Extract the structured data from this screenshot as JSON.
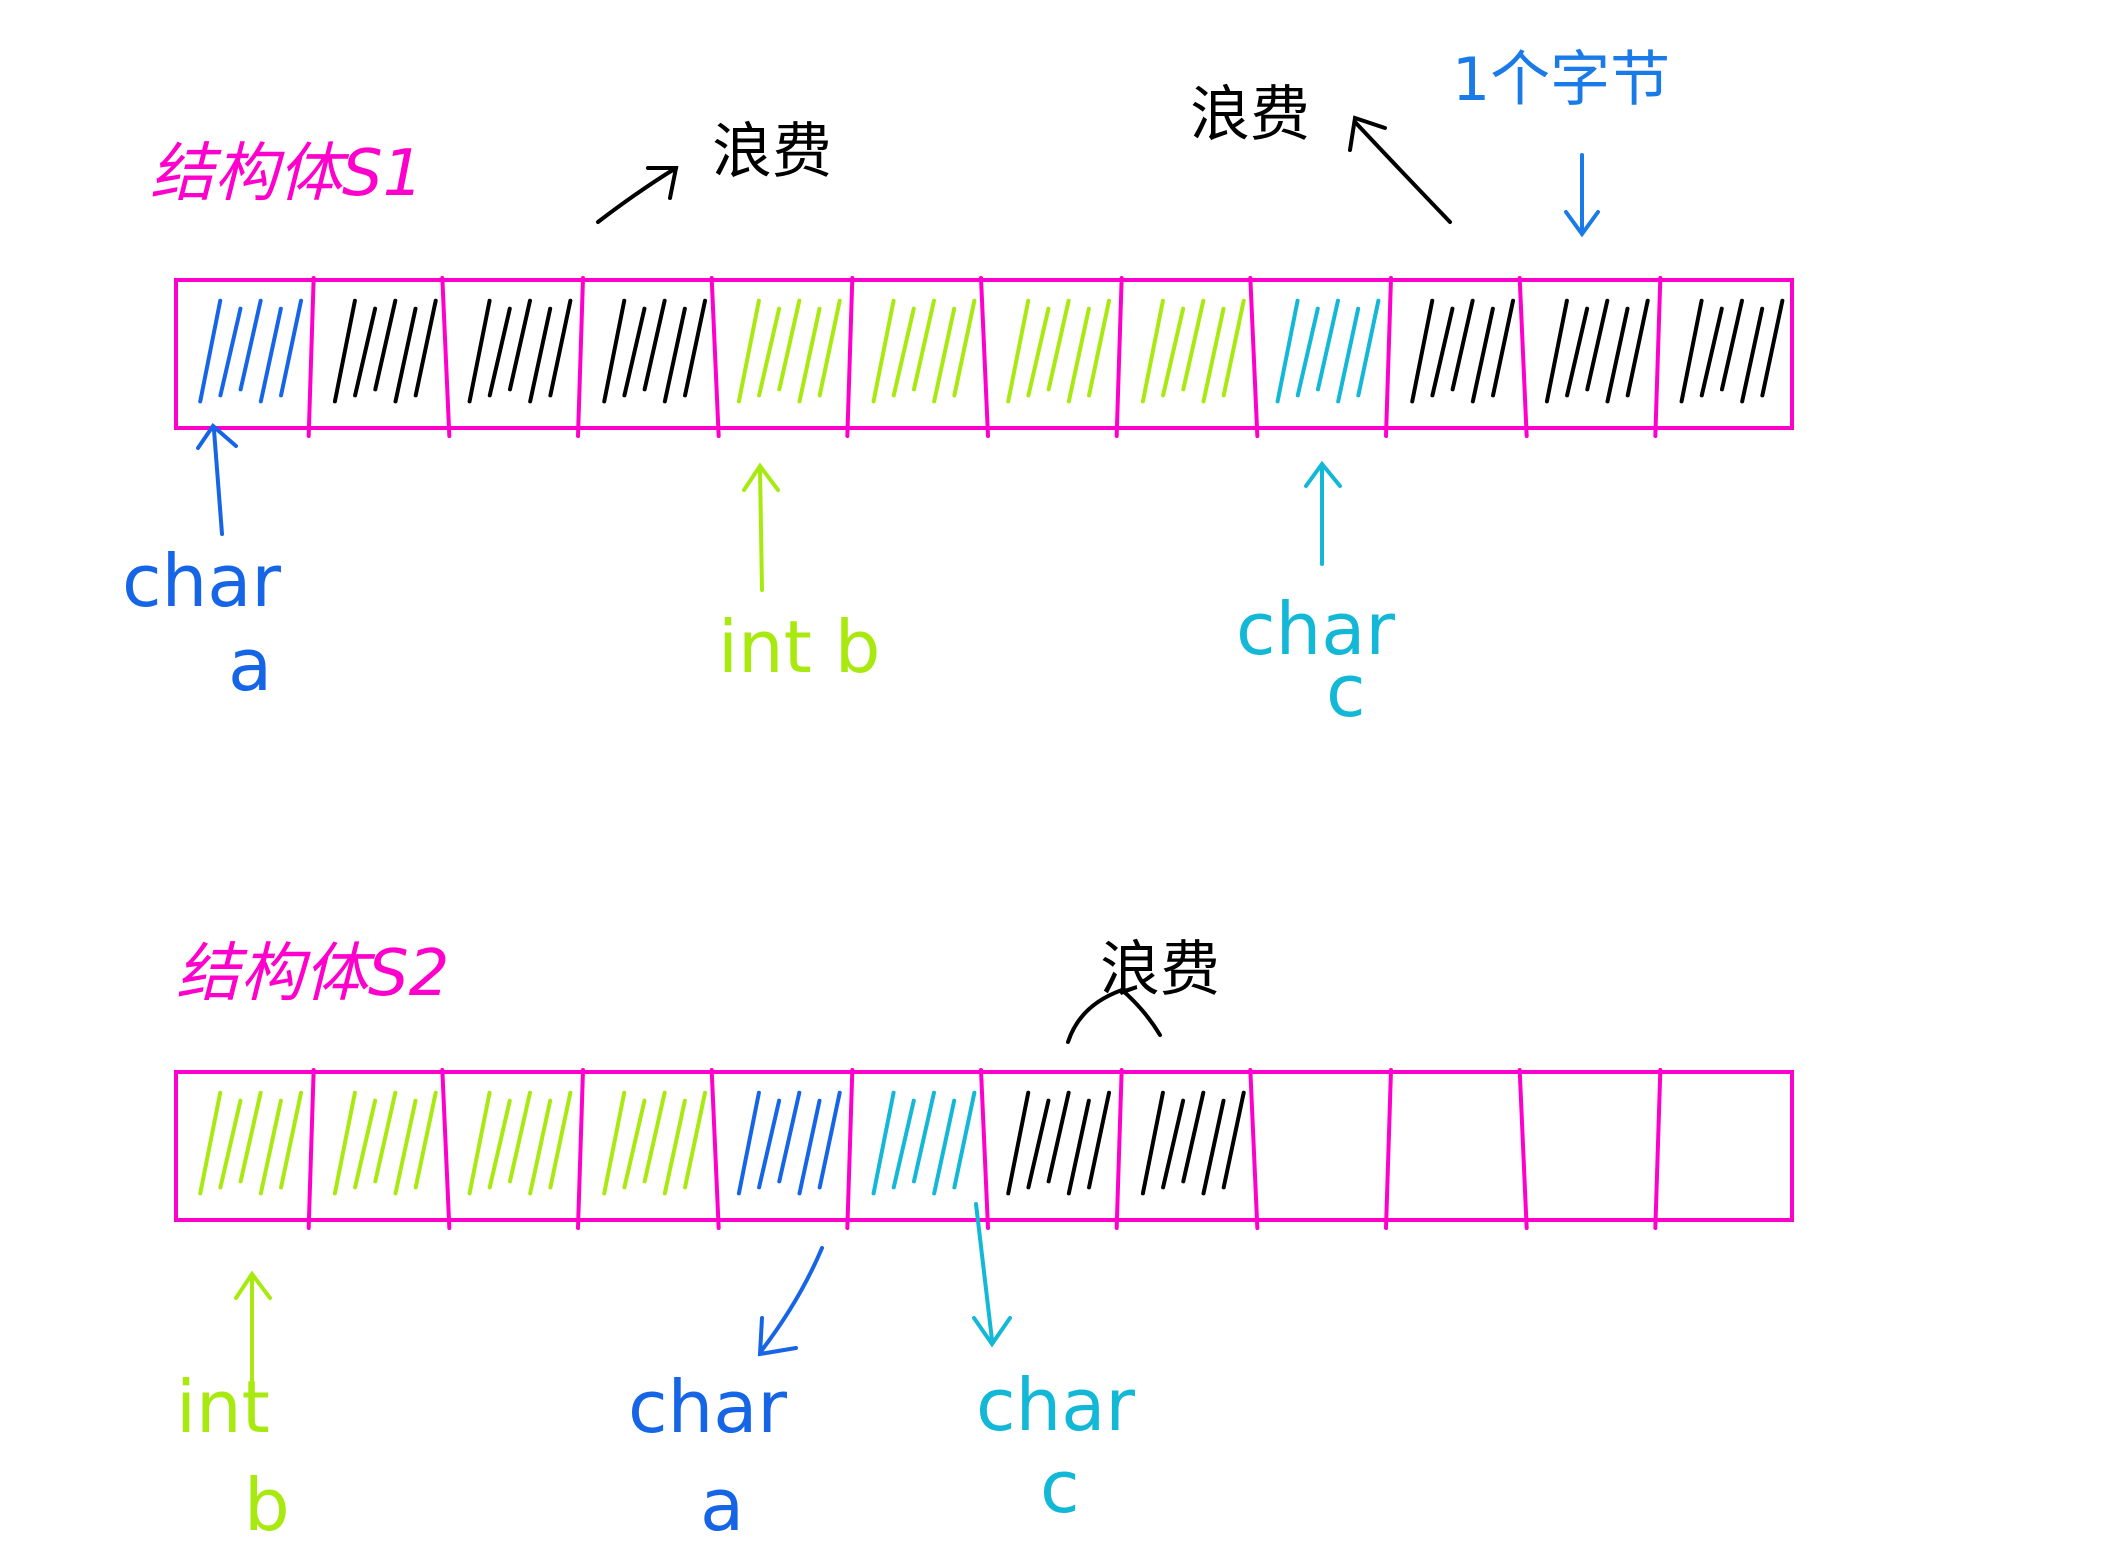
{
  "colors": {
    "frame": "#ff00cc",
    "char_a": "#1565e6",
    "int_b": "#a8ea10",
    "char_c": "#12b8d6",
    "padding": "#000000",
    "byte_note": "#1a7ae8"
  },
  "s1": {
    "title": "结构体S1",
    "waste_left": "浪费",
    "waste_right": "浪费",
    "byte_note": "1个字节",
    "char_a_label": [
      "char",
      "a"
    ],
    "int_b_label": "int b",
    "char_c_label": [
      "char",
      "c"
    ],
    "cells": [
      "char_a",
      "padding",
      "padding",
      "padding",
      "int_b",
      "int_b",
      "int_b",
      "int_b",
      "char_c",
      "padding",
      "padding",
      "padding"
    ]
  },
  "s2": {
    "title": "结构体S2",
    "waste": "浪费",
    "int_b_label": [
      "int",
      "b"
    ],
    "char_a_label": [
      "char",
      "a"
    ],
    "char_c_label": [
      "char",
      "c"
    ],
    "cells": [
      "int_b",
      "int_b",
      "int_b",
      "int_b",
      "char_a",
      "char_c",
      "padding",
      "padding",
      "empty",
      "empty",
      "empty",
      "empty"
    ]
  }
}
